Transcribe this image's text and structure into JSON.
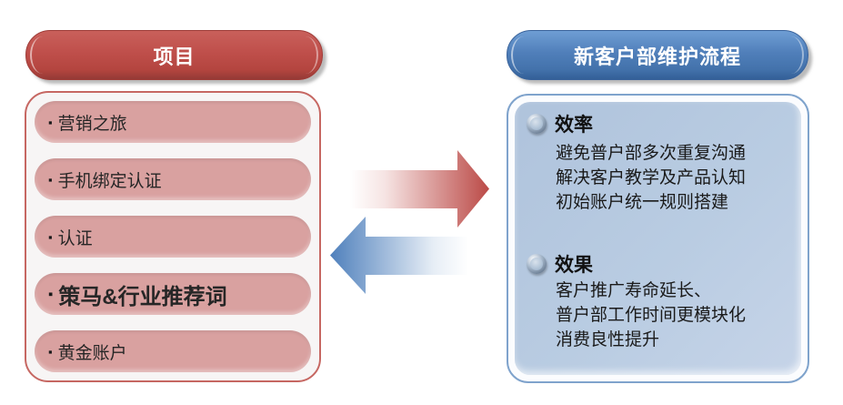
{
  "left_panel": {
    "header": "项目",
    "items": [
      {
        "bullet": "▪",
        "label": "营销之旅"
      },
      {
        "bullet": "▪",
        "label": "手机绑定认证"
      },
      {
        "bullet": "▪",
        "label": "认证"
      },
      {
        "bullet": "▪",
        "label": "策马&行业推荐词"
      },
      {
        "bullet": "▪",
        "label": "黄金账户"
      }
    ]
  },
  "right_panel": {
    "header": "新客户部维护流程",
    "sections": [
      {
        "title": "效率",
        "lines": [
          "避免普户部多次重复沟通",
          "解决客户教学及产品认知",
          "初始账户统一规则搭建"
        ]
      },
      {
        "title": "效果",
        "lines": [
          "客户推广寿命延长、",
          "普户部工作时间更模块化",
          "消费良性提升"
        ]
      }
    ]
  },
  "arrows": {
    "top_arrow_direction": "right",
    "bottom_arrow_direction": "left"
  },
  "colors": {
    "red_header": "#bf4f4b",
    "red_border": "#c66762",
    "pink_item": "#d9a1a0",
    "blue_header": "#4372ab",
    "blue_border": "#7fa3cc",
    "blue_fill": "#b9cce2",
    "arrow_red": "#bb4a47",
    "arrow_blue": "#4f80bc",
    "background": "#ffffff"
  }
}
